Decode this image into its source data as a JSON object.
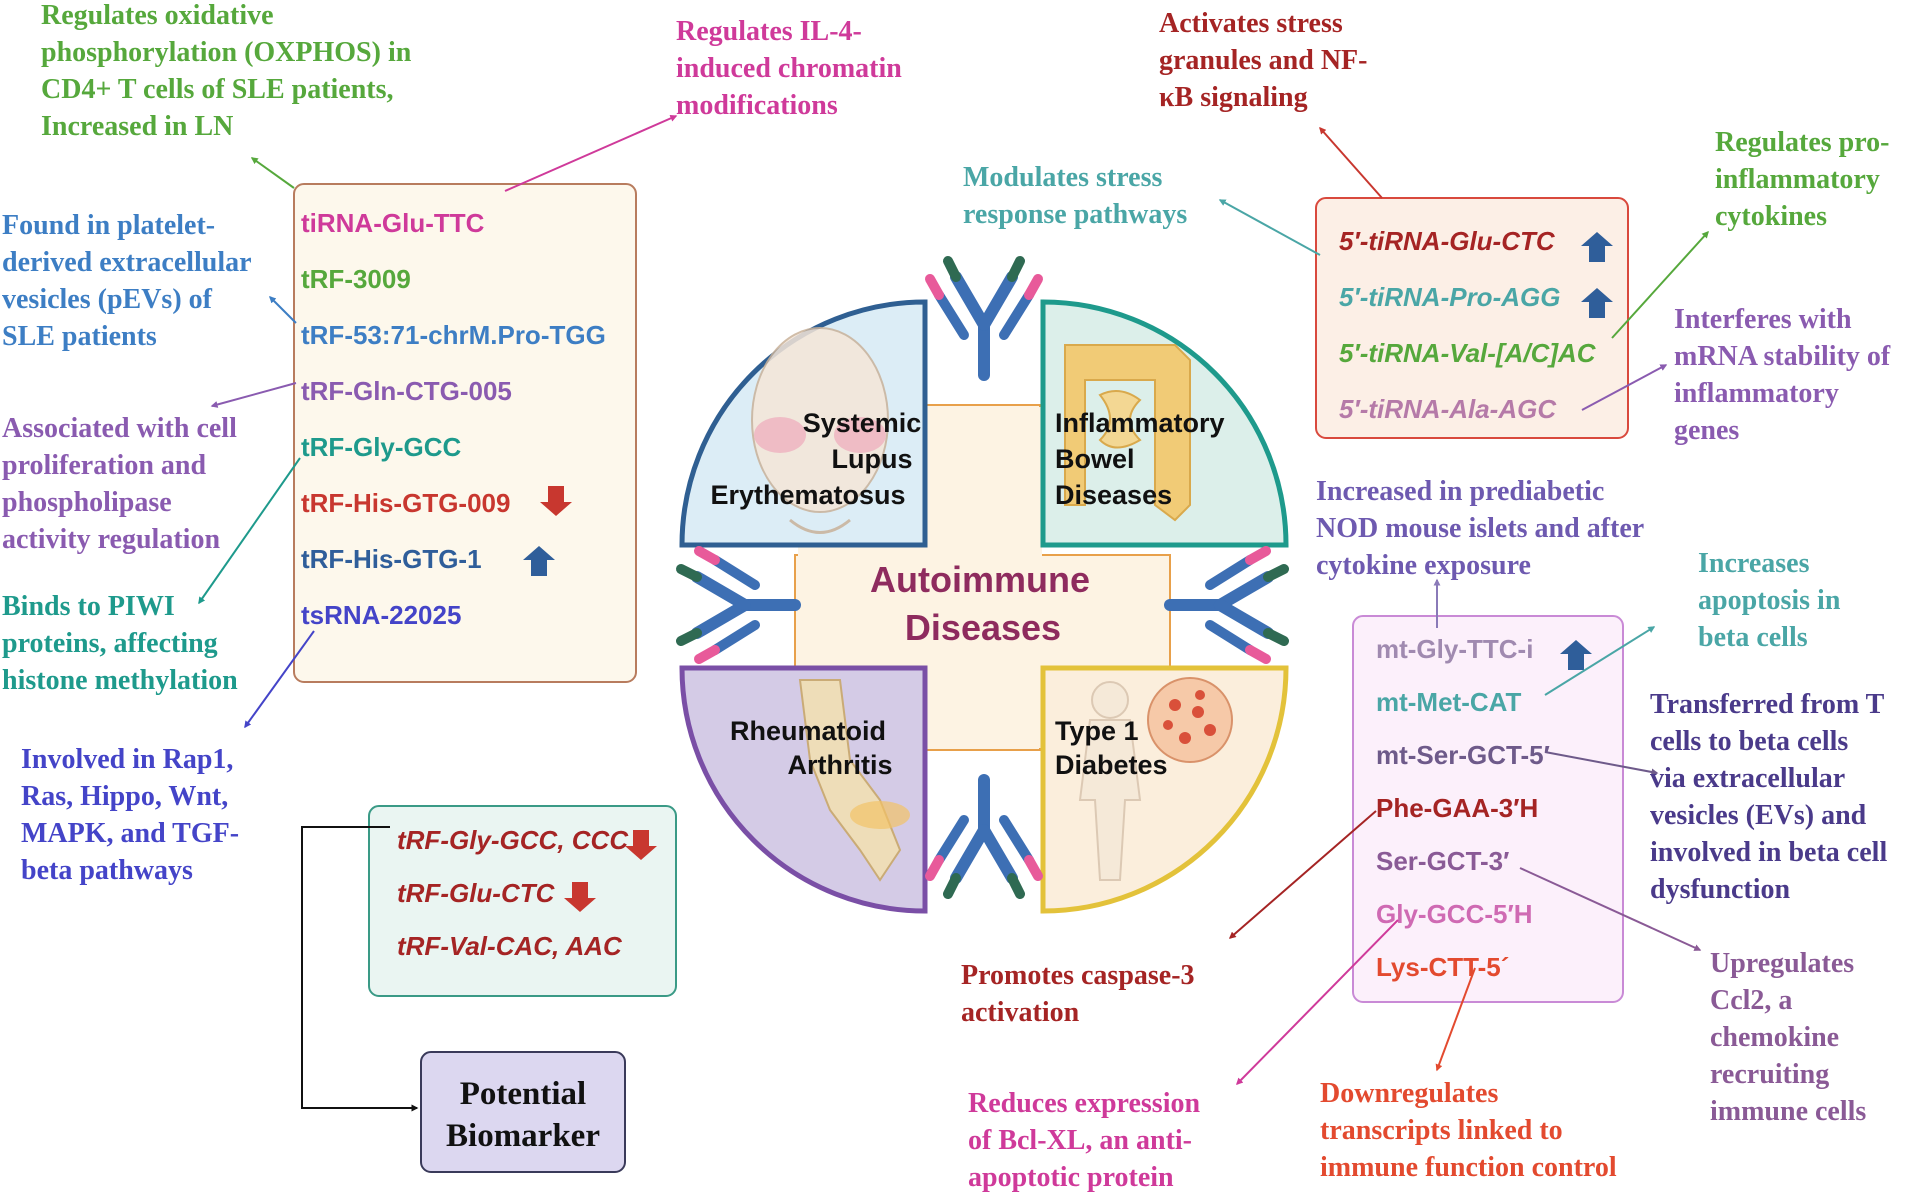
{
  "colors": {
    "green": "#56a83c",
    "magenta": "#cf3a9a",
    "blue": "#3d7ec4",
    "purple": "#8a5bb0",
    "teal": "#1e9a8c",
    "red": "#c8372f",
    "navy": "#2f5e9a",
    "indigo": "#4444c8",
    "darkred": "#a52424",
    "lightteal": "#4aa6a6",
    "mauve": "#b57aa8",
    "orange": "#e34a2f",
    "box_left_fill": "#fdf8ec",
    "box_left_stroke": "#b87c5e",
    "box_topright_fill": "#fcefe6",
    "box_topright_stroke": "#d9493d",
    "box_bottomright_fill": "#fcf0fb",
    "box_bottomright_stroke": "#c98ad6",
    "box_ra_fill": "#eaf5f2",
    "box_ra_stroke": "#3a9a86",
    "biomarker_fill": "#dcd7f0",
    "biomarker_stroke": "#3a3a5a"
  },
  "center_title": {
    "line1": "Autoimmune",
    "line2": "Diseases"
  },
  "diseases": {
    "sle": [
      "Systemic",
      "Lupus",
      "Erythematosus"
    ],
    "ibd": [
      "Inflammatory",
      "Bowel",
      "Diseases"
    ],
    "ra": [
      "Rheumatoid",
      "Arthritis"
    ],
    "t1d": [
      "Type 1",
      "Diabetes"
    ]
  },
  "sle_box": {
    "items": [
      "tiRNA-Glu-TTC",
      "tRF-3009",
      "tRF-53:71-chrM.Pro-TGG",
      "tRF-Gln-CTG-005",
      "tRF-Gly-GCC",
      "tRF-His-GTG-009",
      "tRF-His-GTG-1",
      "tsRNA-22025"
    ],
    "arrows": {
      "tRF-His-GTG-009": "down",
      "tRF-His-GTG-1": "up"
    }
  },
  "ibd_box": {
    "items": [
      "5′-tiRNA-Glu-CTC",
      "5′-tiRNA-Pro-AGG",
      "5′-tiRNA-Val-[A/C]AC",
      "5′-tiRNA-Ala-AGC"
    ],
    "arrows": {
      "5′-tiRNA-Glu-CTC": "up",
      "5′-tiRNA-Pro-AGG": "up"
    }
  },
  "ra_box": {
    "items": [
      "tRF-Gly-GCC, CCC",
      "tRF-Glu-CTC",
      "tRF-Val-CAC, AAC"
    ],
    "arrows": {
      "tRF-Gly-GCC, CCC": "down",
      "tRF-Glu-CTC": "down"
    }
  },
  "t1d_box": {
    "items": [
      "mt-Gly-TTC-i",
      "mt-Met-CAT",
      "mt-Ser-GCT-5′",
      "Phe-GAA-3′H",
      "Ser-GCT-3′",
      "Gly-GCC-5′H",
      "Lys-CTT-5´"
    ],
    "arrows": {
      "mt-Gly-TTC-i": "up"
    }
  },
  "biomarker": [
    "Potential",
    "Biomarker"
  ],
  "annotations": {
    "oxphos": [
      "Regulates oxidative",
      "phosphorylation (OXPHOS) in",
      "CD4+ T cells of SLE patients,",
      "Increased in LN"
    ],
    "il4": [
      "Regulates IL-4-",
      "induced chromatin",
      "modifications"
    ],
    "platelet": [
      "Found in platelet-",
      "derived extracellular",
      "vesicles (pEVs) of",
      "SLE patients"
    ],
    "prolif": [
      "Associated with cell",
      "proliferation and",
      "phospholipase",
      "activity regulation"
    ],
    "piwi": [
      "Binds to PIWI",
      "proteins, affecting",
      "histone methylation"
    ],
    "rap1": [
      "Involved in Rap1,",
      "Ras, Hippo, Wnt,",
      "MAPK, and TGF-",
      "beta pathways"
    ],
    "stress_granules": [
      "Activates stress",
      "granules and NF-",
      "κB signaling"
    ],
    "stress_response": [
      "Modulates stress",
      "response pathways"
    ],
    "proinflam": [
      "Regulates pro-",
      "inflammatory",
      "cytokines"
    ],
    "mrna": [
      "Interferes with",
      "mRNA stability of",
      "inflammatory",
      "genes"
    ],
    "prediabetic": [
      "Increased in prediabetic",
      "NOD mouse islets and after",
      "cytokine exposure"
    ],
    "apoptosis": [
      "Increases",
      "apoptosis in",
      "beta cells"
    ],
    "transferred": [
      "Transferred from T",
      "cells to beta cells",
      "via extracellular",
      "vesicles (EVs) and",
      "involved in beta cell",
      "dysfunction"
    ],
    "caspase": [
      "Promotes caspase-3",
      "activation"
    ],
    "ccl2": [
      "Upregulates",
      "Ccl2, a",
      "chemokine",
      "recruiting",
      "immune cells"
    ],
    "bclxl": [
      "Reduces expression",
      "of Bcl-XL, an anti-",
      "apoptotic protein"
    ],
    "downreg": [
      "Downregulates",
      "transcripts linked to",
      "immune function control"
    ]
  }
}
